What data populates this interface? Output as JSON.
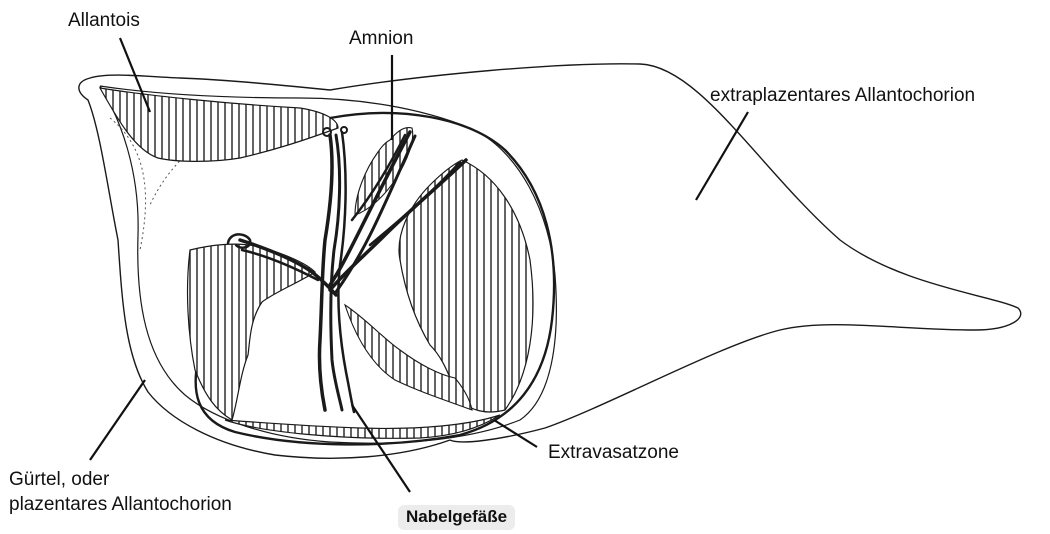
{
  "labels": {
    "allantois": "Allantois",
    "amnion": "Amnion",
    "extraplazentar": "extraplazentares Allantochorion",
    "extravasatzone": "Extravasatzone",
    "guertel_line1": "Gürtel, oder",
    "guertel_line2": "plazentares Allantochorion",
    "nabelgefaesse": "Nabelgefäße"
  },
  "style": {
    "stroke_color": "#1a1a1a",
    "background": "#ffffff",
    "highlight_label_bg": "#ececec"
  }
}
